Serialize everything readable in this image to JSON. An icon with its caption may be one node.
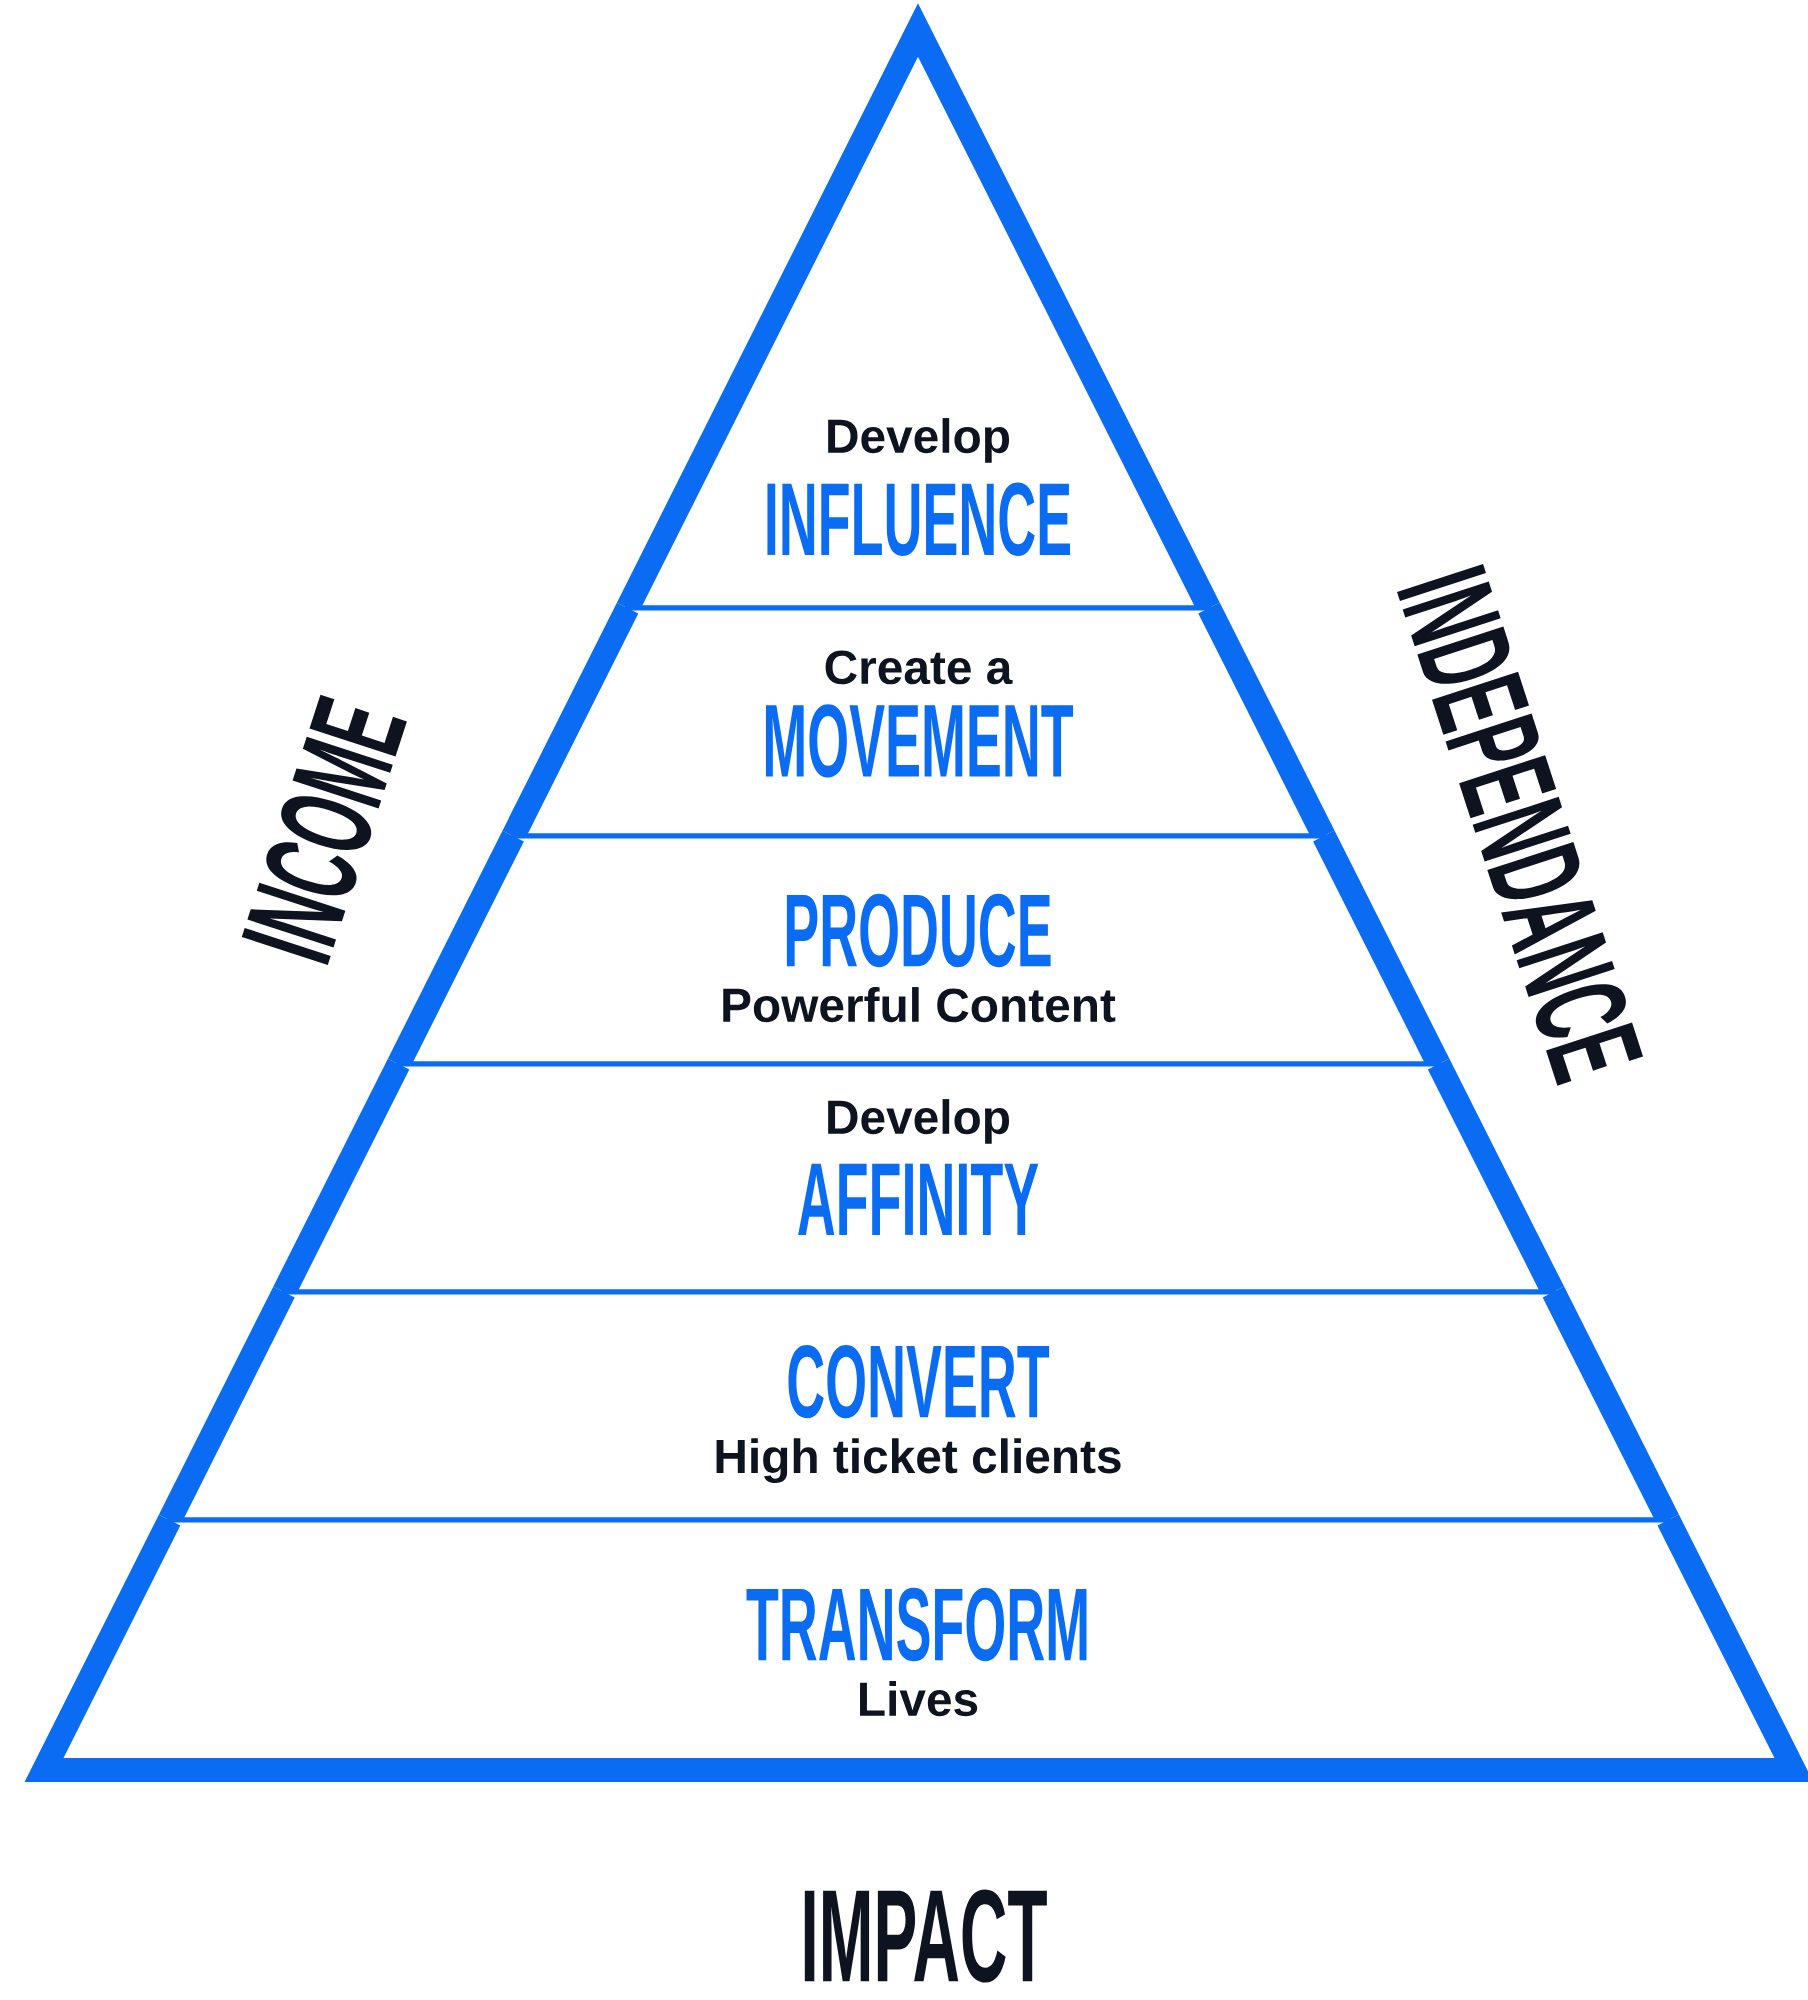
{
  "diagram": {
    "nodes": [
      {
        "text": [
          "Develop",
          "INFLUENCE"
        ]
      },
      {
        "text": [
          "Create a",
          "MOVEMENT"
        ]
      },
      {
        "text": [
          "PRODUCE",
          "Powerful Content"
        ]
      },
      {
        "text": [
          "Develop",
          "AFFINITY"
        ]
      },
      {
        "text": [
          "CONVERT",
          "High ticket clients"
        ]
      },
      {
        "text": [
          "TRANSFORM",
          "Lives"
        ]
      }
    ],
    "labels": [
      "INCOME",
      "INDEPENDANCE",
      "IMPACT"
    ]
  }
}
